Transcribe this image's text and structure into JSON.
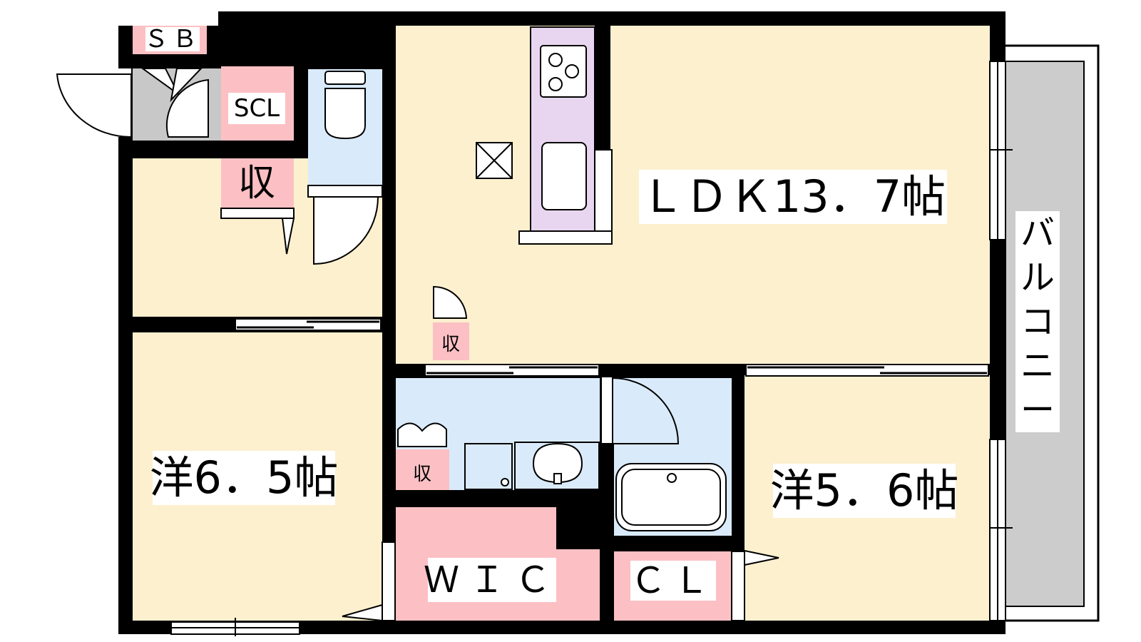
{
  "rooms": {
    "ldk": "ＬＤＫ13．7帖",
    "western_a": "洋6．5帖",
    "western_b": "洋5．6帖",
    "wic": "ＷＩＣ",
    "cl": "ＣＬ",
    "scl": "SCL",
    "sb": "ＳＢ",
    "storage_large": "収",
    "storage_small_1": "収",
    "storage_small_2": "収",
    "balcony": [
      "バ",
      "ル",
      "コ",
      "ニ",
      "ー"
    ]
  },
  "colors": {
    "wall": "#000000",
    "room_floor": "#fdf0cf",
    "wet_area": "#d9eafa",
    "closet": "#fcc0c4",
    "kitchen": "#e8d6f0",
    "entrance": "#c8c8c8",
    "balcony": "#cccccc"
  }
}
